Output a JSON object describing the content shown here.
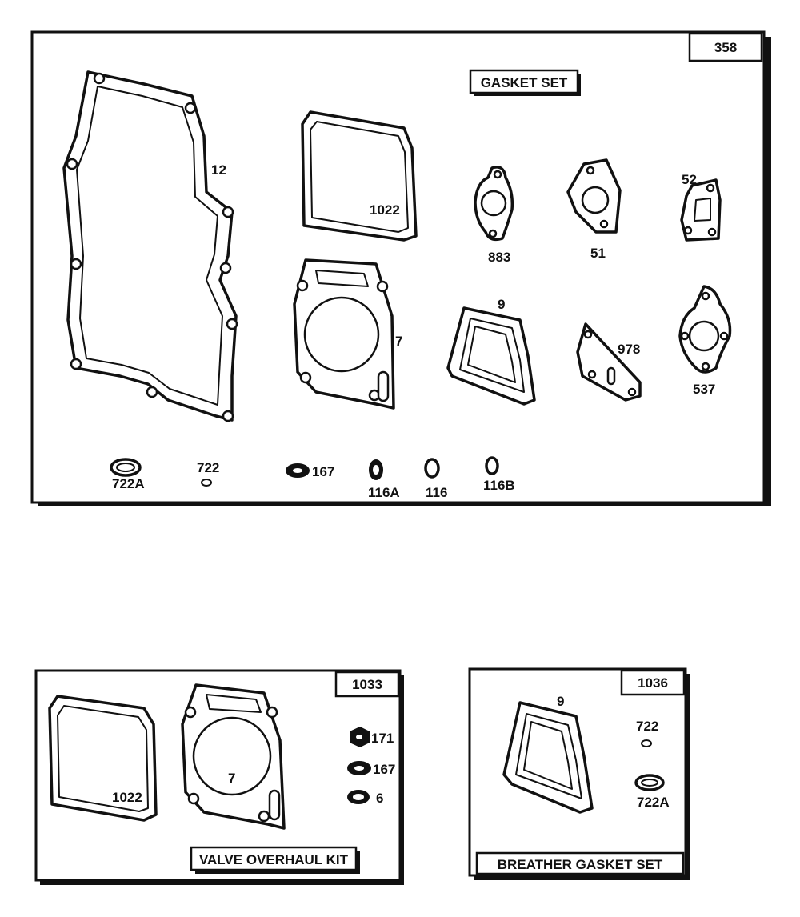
{
  "panels": {
    "main": {
      "kit_number": "358",
      "title": "GASKET SET",
      "labels": {
        "p12": "12",
        "p1022": "1022",
        "p883": "883",
        "p51": "51",
        "p52": "52",
        "p7": "7",
        "p9": "9",
        "p978": "978",
        "p537": "537",
        "p722a": "722A",
        "p722": "722",
        "p167": "167",
        "p116a": "116A",
        "p116": "116",
        "p116b": "116B"
      }
    },
    "valve": {
      "kit_number": "1033",
      "title": "VALVE OVERHAUL KIT",
      "labels": {
        "p1022": "1022",
        "p7": "7",
        "p171": "171",
        "p167": "167",
        "p6": "6"
      }
    },
    "breather": {
      "kit_number": "1036",
      "title": "BREATHER GASKET SET",
      "labels": {
        "p9": "9",
        "p722": "722",
        "p722a": "722A"
      }
    }
  }
}
